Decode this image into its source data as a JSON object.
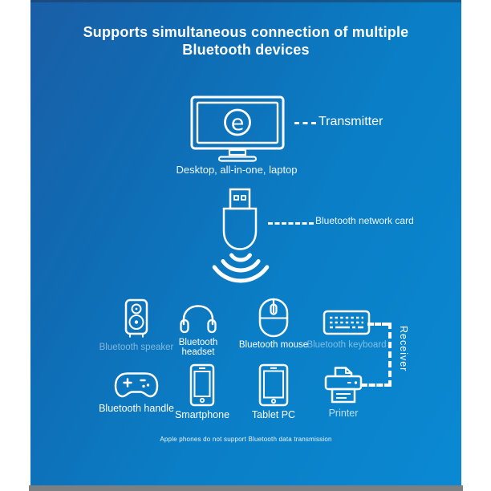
{
  "title": {
    "line1": "Supports simultaneous connection of multiple",
    "line2": "Bluetooth devices"
  },
  "transmitter": {
    "label": "Transmitter",
    "caption": "Desktop, all-in-one, laptop",
    "logo_letter": "e"
  },
  "dongle": {
    "label": "Bluetooth network card"
  },
  "receiver": {
    "label": "Receiver"
  },
  "devices": [
    {
      "name": "bluetooth-speaker",
      "label": "Bluetooth speaker"
    },
    {
      "name": "bluetooth-headset",
      "label": "Bluetooth headset"
    },
    {
      "name": "bluetooth-mouse",
      "label": "Bluetooth mouse"
    },
    {
      "name": "bluetooth-keyboard",
      "label": "Bluetooth keyboard"
    },
    {
      "name": "bluetooth-handle",
      "label": "Bluetooth handle"
    },
    {
      "name": "smartphone",
      "label": "Smartphone"
    },
    {
      "name": "tablet-pc",
      "label": "Tablet PC"
    },
    {
      "name": "printer",
      "label": "Printer"
    }
  ],
  "footnote": {
    "text": "Apple phones do not support Bluetooth data transmission"
  },
  "icons": {
    "monitor-icon": "outlined desktop monitor with brand letter in circle",
    "usb-dongle-icon": "outlined USB bluetooth adapter",
    "wifi-waves-icon": "three signal arcs radiating downward",
    "speaker-icon": "outlined loudspeaker cabinet",
    "headset-icon": "outlined headphones",
    "mouse-icon": "outlined computer mouse",
    "keyboard-icon": "outlined keyboard",
    "gamepad-icon": "outlined game controller",
    "smartphone-icon": "outlined smartphone",
    "tablet-icon": "outlined tablet",
    "printer-icon": "outlined printer"
  },
  "colors": {
    "panel_top_left": "#1a5ea6",
    "panel_bottom_right": "#0a89d2",
    "icon_stroke": "#ffffff",
    "faded_label": "rgba(223,238,248,0.55)",
    "bottom_strip": "#7d8083",
    "margin": "#ffffff"
  }
}
